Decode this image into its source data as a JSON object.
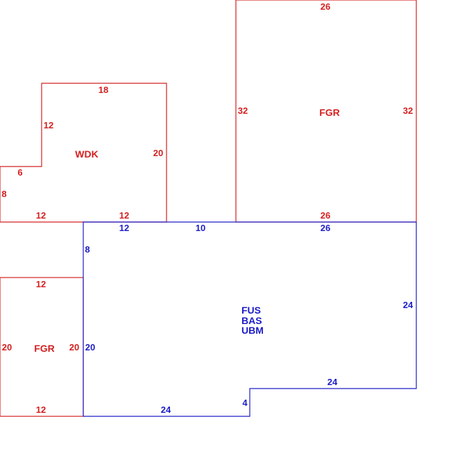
{
  "colors": {
    "red": "#d42020",
    "blue": "#1c1cc8"
  },
  "areas": {
    "wdk": {
      "label": "WDK",
      "dims": {
        "top": "18",
        "left_upper": "12",
        "step": "6",
        "left_lower": "8",
        "right": "20",
        "bottom_left": "12",
        "bottom_right": "12"
      }
    },
    "fgr_top": {
      "label": "FGR",
      "dims": {
        "top": "26",
        "left": "32",
        "right": "32",
        "bottom": "26"
      }
    },
    "fgr_bottom": {
      "label": "FGR",
      "dims": {
        "top": "12",
        "left": "20",
        "right": "20",
        "bottom": "12"
      }
    },
    "main": {
      "labels": [
        "FUS",
        "BAS",
        "UBM"
      ],
      "dims": {
        "top_left": "12",
        "top_mid": "10",
        "top_right": "26",
        "left_upper": "8",
        "left_lower": "20",
        "right": "24",
        "bottom_right": "24",
        "step": "4",
        "bottom_left": "24"
      }
    }
  }
}
